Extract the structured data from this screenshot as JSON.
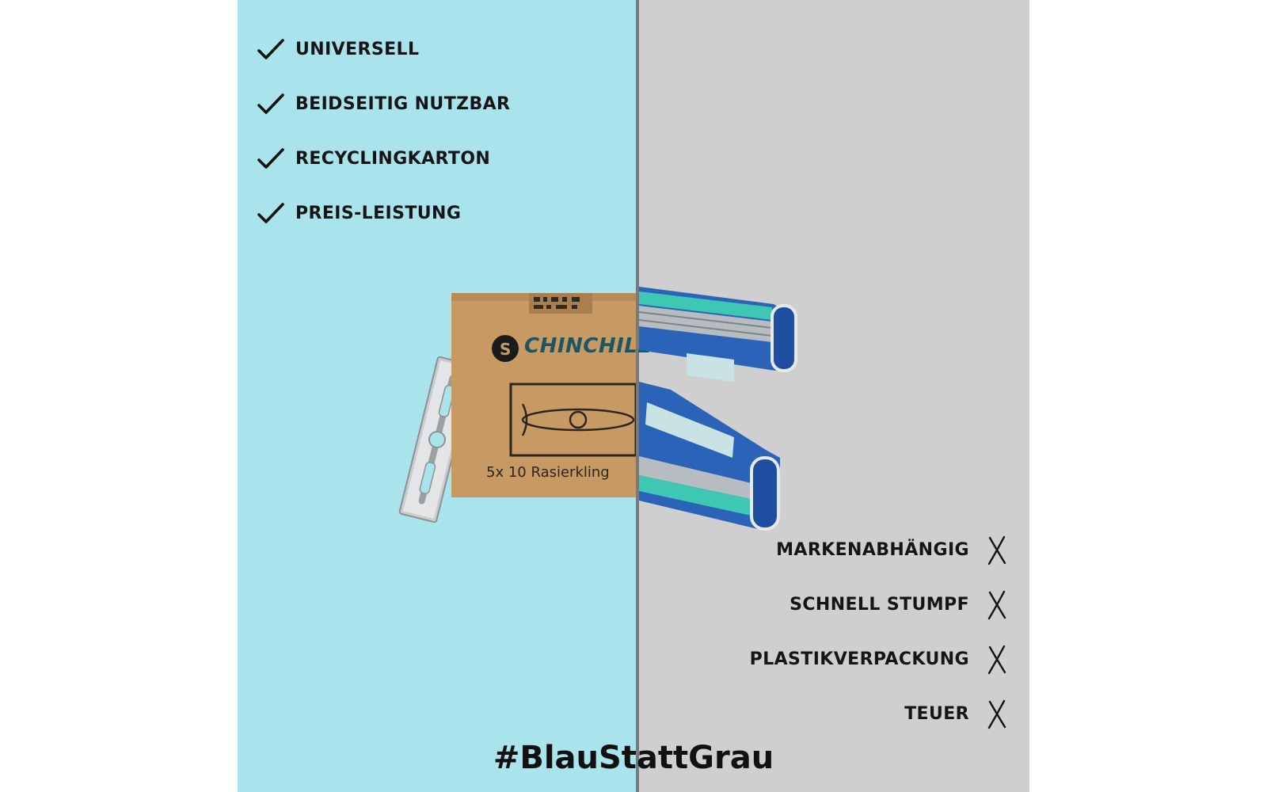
{
  "pros": {
    "items": [
      {
        "label": "UNIVERSELL",
        "icon": "check-icon"
      },
      {
        "label": "BEIDSEITIG NUTZBAR",
        "icon": "check-icon"
      },
      {
        "label": "RECYCLINGKARTON",
        "icon": "check-icon"
      },
      {
        "label": "PREIS-LEISTUNG",
        "icon": "check-icon"
      }
    ]
  },
  "cons": {
    "items": [
      {
        "label": "MARKENABHÄNGIG",
        "icon": "cross-icon"
      },
      {
        "label": "SCHNELL STUMPF",
        "icon": "cross-icon"
      },
      {
        "label": "PLASTIKVERPACKUNG",
        "icon": "cross-icon"
      },
      {
        "label": "TEUER",
        "icon": "cross-icon"
      }
    ]
  },
  "product": {
    "brand": "CHINCHILL",
    "caption": "5x 10 Rasierkling"
  },
  "hashtag": "#BlauStattGrau",
  "colors": {
    "blue_panel": "#a9e4ec",
    "grey_panel": "#cfcfcf",
    "divider": "#777a7c",
    "text": "#151515"
  }
}
